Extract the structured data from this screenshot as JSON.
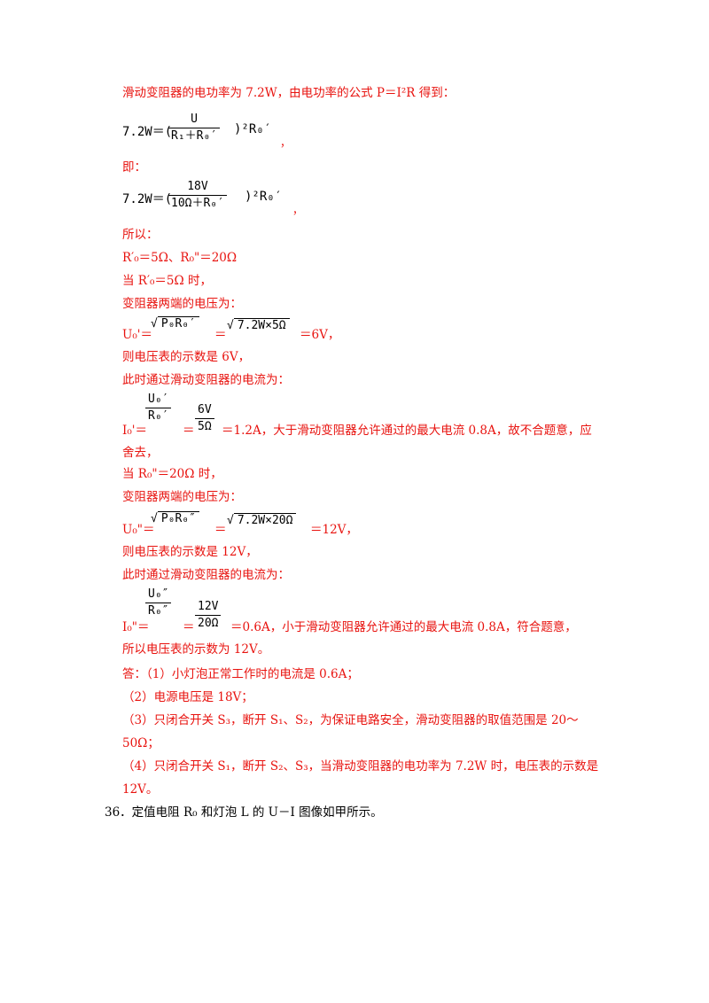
{
  "lines": {
    "l1": "滑动变阻器的电功率为 7.2W，由电功率的公式 P＝I²R 得到：",
    "eq1_left": "7.2W＝(",
    "eq1_num": "U",
    "eq1_den": "R₁＋R₀′",
    "eq1_right": ")²R₀′",
    "comma": "，",
    "l_ji": "即：",
    "eq2_left": "7.2W＝(",
    "eq2_num": "18V",
    "eq2_den": "10Ω＋R₀′",
    "eq2_right": ")²R₀′",
    "l_suoyi": "所以：",
    "l_r": "R′₀＝5Ω、R₀\"＝20Ω",
    "l_dang1": "当 R′₀＝5Ω 时，",
    "l_bian1": "变阻器两端的电压为：",
    "u0p_lead": "U₀'＝",
    "u0p_rad1": "P₀R₀′",
    "u0p_eq": "＝",
    "u0p_rad2": "7.2W×5Ω",
    "u0p_res": "＝6V，",
    "l_ze1": "则电压表的示数是 6V，",
    "l_ci1": "此时通过滑动变阻器的电流为：",
    "i0p_lead": "I₀'＝",
    "i0p_num1": "U₀′",
    "i0p_den1": "R₀′",
    "i0p_eq": "＝",
    "i0p_num2": "6V",
    "i0p_den2": "5Ω",
    "i0p_tail": "＝1.2A，大于滑动变阻器允许通过的最大电流 0.8A，故不合题意，应",
    "l_she": "舍去，",
    "l_dang2": "当 R₀\"＝20Ω 时，",
    "l_bian2": "变阻器两端的电压为：",
    "u0pp_lead": "U₀\"＝",
    "u0pp_rad1": "P₀R₀″",
    "u0pp_eq": "＝",
    "u0pp_rad2": "7.2W×20Ω",
    "u0pp_res": "＝12V，",
    "l_ze2": "则电压表的示数是 12V，",
    "l_ci2": "此时通过滑动变阻器的电流为：",
    "i0pp_lead": "I₀\"＝",
    "i0pp_num1": "U₀″",
    "i0pp_den1": "R₀″",
    "i0pp_eq": "＝",
    "i0pp_num2": "12V",
    "i0pp_den2": "20Ω",
    "i0pp_tail": "＝0.6A，小于滑动变阻器允许通过的最大电流 0.8A，符合题意，",
    "l_suoyi2": "所以电压表的示数为 12V。",
    "ans1": "答：（1）小灯泡正常工作时的电流是 0.6A；",
    "ans2": "（2）电源电压是 18V；",
    "ans3a": "（3）只闭合开关 S₃，断开 S₁、S₂，为保证电路安全，滑动变阻器的取值范围是 20～",
    "ans3b": "50Ω；",
    "ans4a": "（4）只闭合开关 S₁，断开 S₂、S₃，当滑动变阻器的电功率为 7.2W 时，电压表的示数是",
    "ans4b": "12V。",
    "q36": "36．定值电阻 R₀ 和灯泡 L 的 U－I 图像如甲所示。"
  }
}
